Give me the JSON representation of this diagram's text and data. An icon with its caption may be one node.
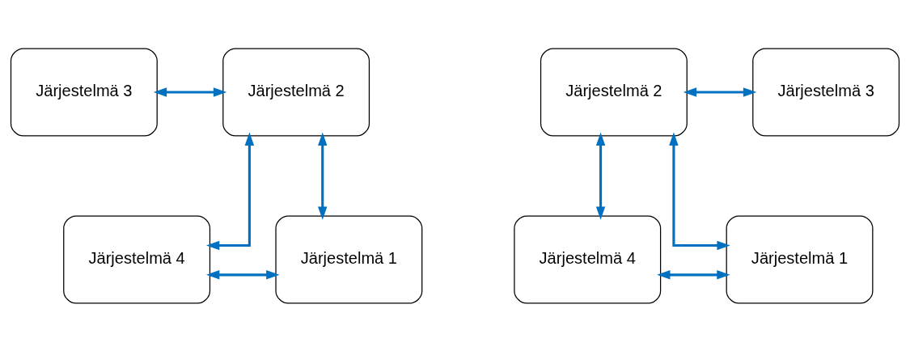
{
  "diagram": {
    "nodes": [
      {
        "text": [
          "Järjestelmä 3"
        ]
      },
      {
        "text": [
          "Järjestelmä 2"
        ]
      },
      {
        "text": [
          "Järjestelmä 4"
        ]
      },
      {
        "text": [
          "Järjestelmä 1"
        ]
      },
      {
        "text": [
          "Järjestelmä 2"
        ]
      },
      {
        "text": [
          "Järjestelmä 3"
        ]
      },
      {
        "text": [
          "Järjestelmä 4"
        ]
      },
      {
        "text": [
          "Järjestelmä 1"
        ]
      }
    ],
    "edges": [
      {
        "from": 0,
        "to": 1,
        "arrow": "both"
      },
      {
        "from": 1,
        "to": 2,
        "arrow": "both"
      },
      {
        "from": 1,
        "to": 3,
        "arrow": "both"
      },
      {
        "from": 2,
        "to": 3,
        "arrow": "both"
      },
      {
        "from": 4,
        "to": 5,
        "arrow": "both"
      },
      {
        "from": 4,
        "to": 6,
        "arrow": "both"
      },
      {
        "from": 4,
        "to": 7,
        "arrow": "both"
      },
      {
        "from": 6,
        "to": 7,
        "arrow": "both"
      }
    ]
  }
}
